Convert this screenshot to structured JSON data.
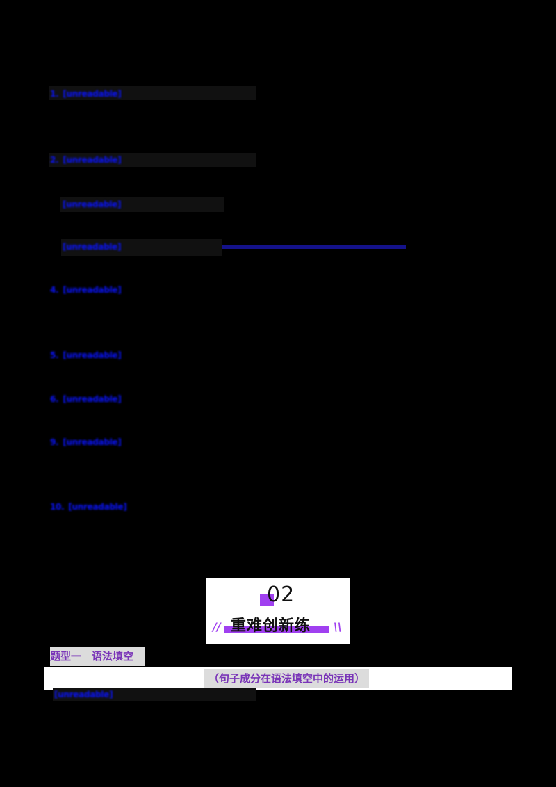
{
  "page": {
    "background": "#000000",
    "accent_blue": "#0a14ff",
    "accent_purple": "#a040f0",
    "label_purple": "#7a35b8"
  },
  "citations": [
    {
      "num": "1.",
      "text": "[unreadable]"
    },
    {
      "num": "2.",
      "text": "[unreadable]"
    },
    {
      "num": "",
      "text": "[unreadable]"
    },
    {
      "num": "",
      "text": "[unreadable]"
    },
    {
      "num": "4.",
      "text": "[unreadable]"
    },
    {
      "num": "5.",
      "text": "[unreadable]"
    },
    {
      "num": "6.",
      "text": "[unreadable]"
    },
    {
      "num": "9.",
      "text": "[unreadable]"
    },
    {
      "num": "10.",
      "text": "[unreadable]"
    },
    {
      "num": "",
      "text": "[unreadable]"
    }
  ],
  "banner": {
    "number": "02",
    "title": "重难创新练",
    "left_deco": "//",
    "right_deco": "\\\\"
  },
  "section": {
    "label": "题型一　语法填空",
    "subtitle": "（句子成分在语法填空中的运用）"
  }
}
